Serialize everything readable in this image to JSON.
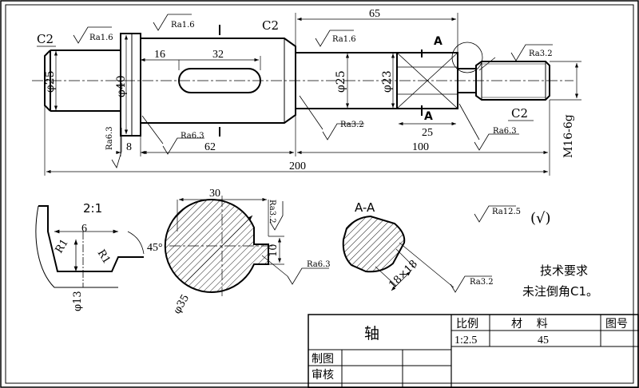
{
  "drawing": {
    "main_view": {
      "chamfer_left": "C2",
      "chamfer_mid": "C2",
      "chamfer_right": "C2",
      "roughness_left_end": "Ra1.6",
      "roughness_flange": "Ra1.6",
      "roughness_mid_shaft": "Ra1.6",
      "roughness_thread": "Ra3.2",
      "roughness_left_bottom": "Ra6.3",
      "roughness_flange_face": "Ra6.3",
      "roughness_shoulder": "Ra3.2",
      "roughness_square": "Ra6.3",
      "dia_left": "φ25",
      "dia_flange": "φ40",
      "dia_mid": "φ25",
      "dia_square": "φ23",
      "dim_keyway_offset": "16",
      "dim_keyway_length": "32",
      "dim_right_section": "65",
      "dim_square_length": "25",
      "dim_flange_width": "8",
      "dim_large_section": "62",
      "dim_right_part": "100",
      "dim_total": "200",
      "thread": "M16-6g",
      "section_mark_top": "A",
      "section_mark_bottom": "A"
    },
    "detail_view": {
      "scale": "2:1",
      "width": "6",
      "radius_left": "R1",
      "radius_right": "R1",
      "angle": "45°",
      "diameter": "φ13"
    },
    "keyway_section": {
      "width": "30",
      "roughness_side": "Ra3.2",
      "depth": "10",
      "roughness_bottom": "Ra6.3",
      "diameter": "φ35"
    },
    "section_aa": {
      "title": "A-A",
      "size": "18×18",
      "roughness": "Ra3.2"
    },
    "notes": {
      "general_roughness": "Ra12.5",
      "check_mark": "(√)",
      "requirements_title": "技术要求",
      "requirements_text": "未注倒角C1。"
    }
  },
  "title_block": {
    "part_name": "轴",
    "scale_label": "比例",
    "scale_value": "1:2.5",
    "material_label": "材    料",
    "material_value": "45",
    "drawing_no_label": "图号",
    "drawn_by_label": "制图",
    "checked_by_label": "审核"
  }
}
